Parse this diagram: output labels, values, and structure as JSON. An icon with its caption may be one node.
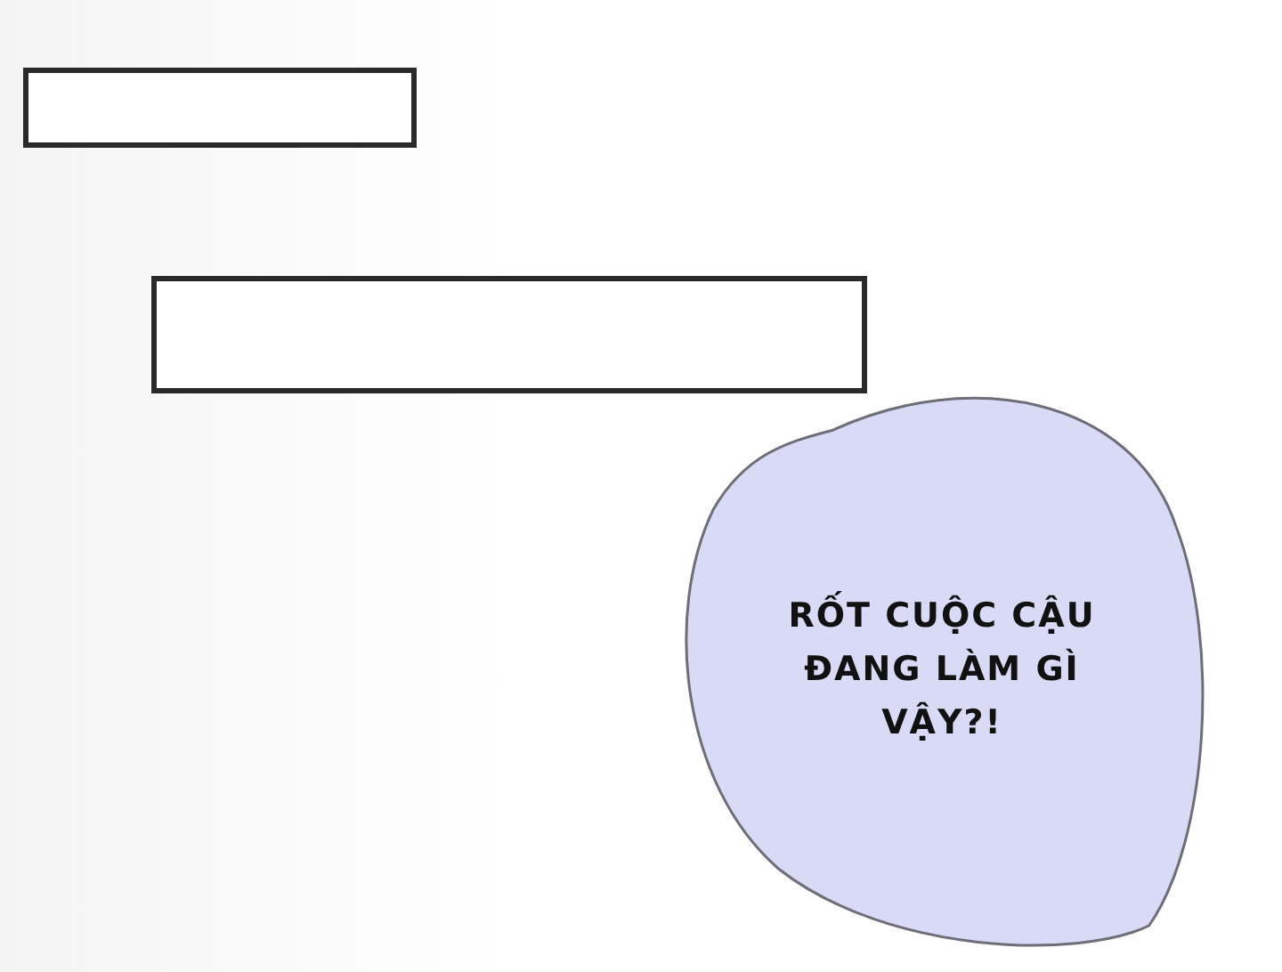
{
  "diagram": {
    "nodes": [
      {
        "text": [],
        "shape": "box"
      },
      {
        "text": [],
        "shape": "box"
      },
      {
        "text": [
          "RỐT CUỘC CẬU ĐANG LÀM GÌ VẬY?!"
        ]
      }
    ]
  }
}
